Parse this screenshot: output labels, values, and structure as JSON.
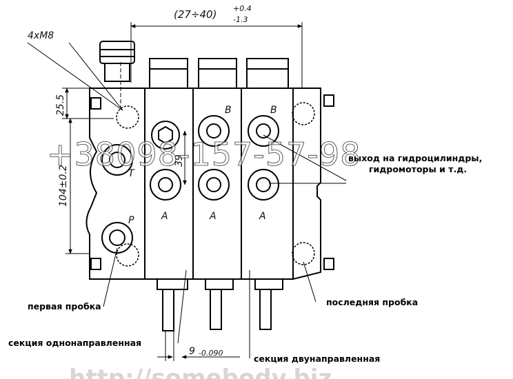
{
  "dimensions": {
    "top_width": "(27÷40)",
    "top_tol_upper": "+0.4",
    "top_tol_lower": "-1.3",
    "bolts": "4xM8",
    "offset_top": "25.5",
    "height": "104±0.2",
    "hole_spacing": "39",
    "spool_width": "9",
    "spool_tol": "-0.090"
  },
  "port_labels": {
    "t": "T",
    "p": "P",
    "b1": "B",
    "b2": "B",
    "a1": "A",
    "a2": "A",
    "a3": "A"
  },
  "callouts": {
    "outlet": "выход на гидроцилиндры,\nгидромоторы и т.д.",
    "first_plug": "первая пробка",
    "last_plug": "последняя пробка",
    "single_section": "секция однонаправленная",
    "double_section": "секция двунаправленная"
  },
  "watermark": {
    "phone": "+38098-157-57-98",
    "url": "http://somebody.biz"
  }
}
